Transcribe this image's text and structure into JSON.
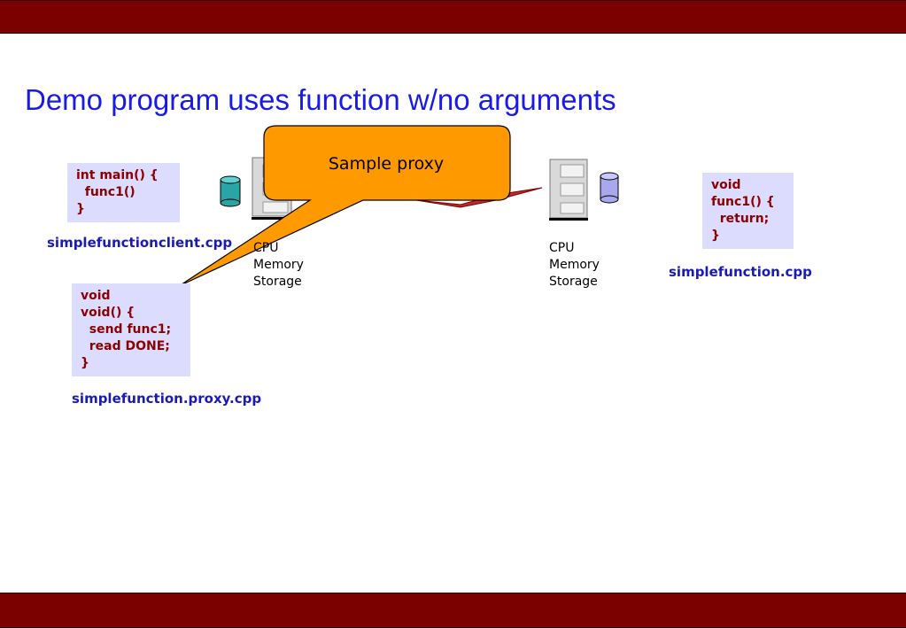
{
  "title": "Demo program uses function w/no arguments",
  "colors": {
    "bars": "#7b0000",
    "title": "#1a1ae6",
    "code_text": "#8b0000",
    "code_bg": "#dcdcff",
    "filename": "#1a1ab4",
    "callout": "#ff9900"
  },
  "client": {
    "code": "int main() {\n  func1()\n}",
    "filename": "simplefunctionclient.cpp",
    "hardware": [
      "CPU",
      "Memory",
      "Storage"
    ]
  },
  "proxy": {
    "code": "void\nvoid() {\n  send func1;\n  read DONE;\n}",
    "filename": "simplefunction.proxy.cpp"
  },
  "server": {
    "code": "void\nfunc1() {\n  return;\n}",
    "filename": "simplefunction.cpp",
    "hardware": [
      "CPU",
      "Memory",
      "Storage"
    ]
  },
  "callout": {
    "text": "Sample proxy"
  },
  "icons": {
    "client_computer": "server-tower-icon",
    "client_storage": "database-cylinder-icon",
    "server_computer": "server-tower-icon",
    "server_storage": "database-cylinder-icon"
  }
}
